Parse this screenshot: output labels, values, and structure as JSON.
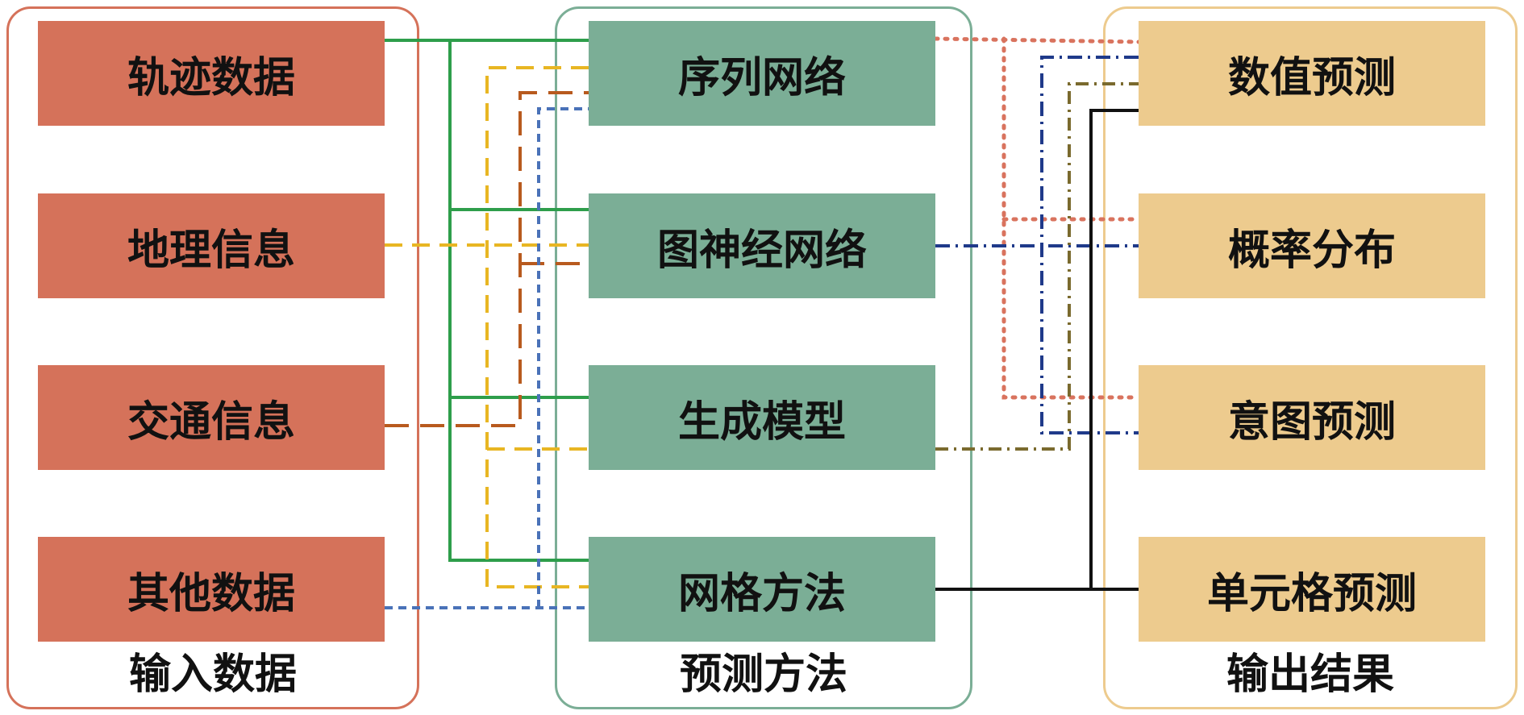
{
  "colors": {
    "input_fill": "#D5725A",
    "input_border": "#D5725A",
    "method_fill": "#7BAE96",
    "method_border": "#7BAE96",
    "output_fill": "#EDCB8E",
    "output_border": "#EDCB8E",
    "link_green": "#2E9E4B",
    "link_yellow": "#E8B623",
    "link_orange": "#B85A1E",
    "link_blue": "#4A72B8",
    "link_salmon": "#D9735E",
    "link_navy": "#1F3A8A",
    "link_olive": "#7A6A2E",
    "link_black": "#111111"
  },
  "groups": {
    "input": {
      "title": "输入数据"
    },
    "method": {
      "title": "预测方法"
    },
    "output": {
      "title": "输出结果"
    }
  },
  "inputs": [
    "轨迹数据",
    "地理信息",
    "交通信息",
    "其他数据"
  ],
  "methods": [
    "序列网络",
    "图神经网络",
    "生成模型",
    "网格方法"
  ],
  "outputs": [
    "数值预测",
    "概率分布",
    "意图预测",
    "单元格预测"
  ]
}
